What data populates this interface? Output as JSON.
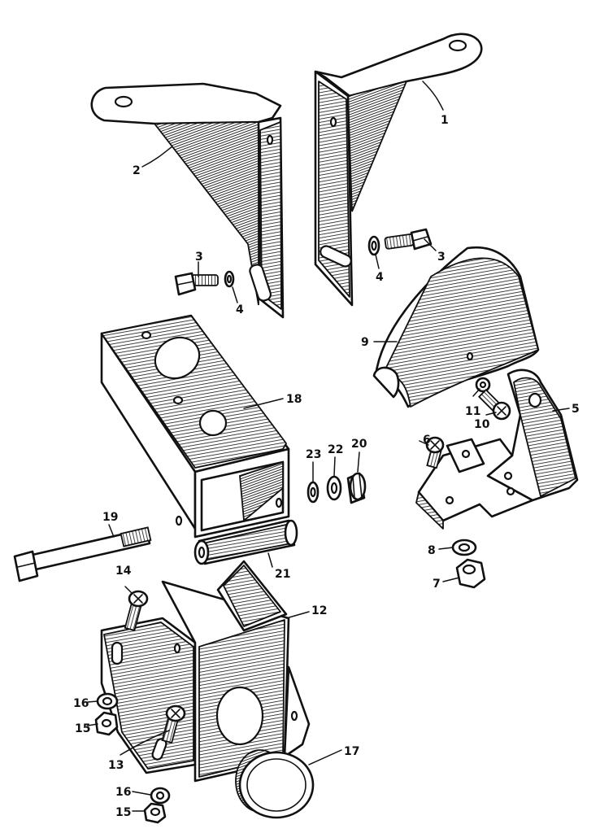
{
  "diagram": {
    "background": "#ffffff",
    "ink": "#111111",
    "parts": [
      {
        "id": "bracket-right",
        "label": "1"
      },
      {
        "id": "bracket-left",
        "label": "2"
      },
      {
        "id": "bolt-left",
        "label": "3"
      },
      {
        "id": "washer-left",
        "label": "4"
      },
      {
        "id": "bolt-right",
        "label": "3"
      },
      {
        "id": "washer-right",
        "label": "4"
      },
      {
        "id": "mount-bracket",
        "label": "5"
      },
      {
        "id": "screw-6",
        "label": "6"
      },
      {
        "id": "nut-7",
        "label": "7"
      },
      {
        "id": "washer-8",
        "label": "8"
      },
      {
        "id": "cover",
        "label": "9"
      },
      {
        "id": "screw-10",
        "label": "10"
      },
      {
        "id": "washer-11",
        "label": "11"
      },
      {
        "id": "housing-lower",
        "label": "12"
      },
      {
        "id": "screw-13",
        "label": "13"
      },
      {
        "id": "screw-14",
        "label": "14"
      },
      {
        "id": "nut-15-upper",
        "label": "15"
      },
      {
        "id": "washer-16-upper",
        "label": "16"
      },
      {
        "id": "nut-15-lower",
        "label": "15"
      },
      {
        "id": "washer-16-lower",
        "label": "16"
      },
      {
        "id": "knob",
        "label": "17"
      },
      {
        "id": "housing-upper",
        "label": "18"
      },
      {
        "id": "pivot-bolt",
        "label": "19"
      },
      {
        "id": "castle-nut",
        "label": "20"
      },
      {
        "id": "spacer-tube",
        "label": "21"
      },
      {
        "id": "washer-22",
        "label": "22"
      },
      {
        "id": "washer-23",
        "label": "23"
      }
    ]
  }
}
